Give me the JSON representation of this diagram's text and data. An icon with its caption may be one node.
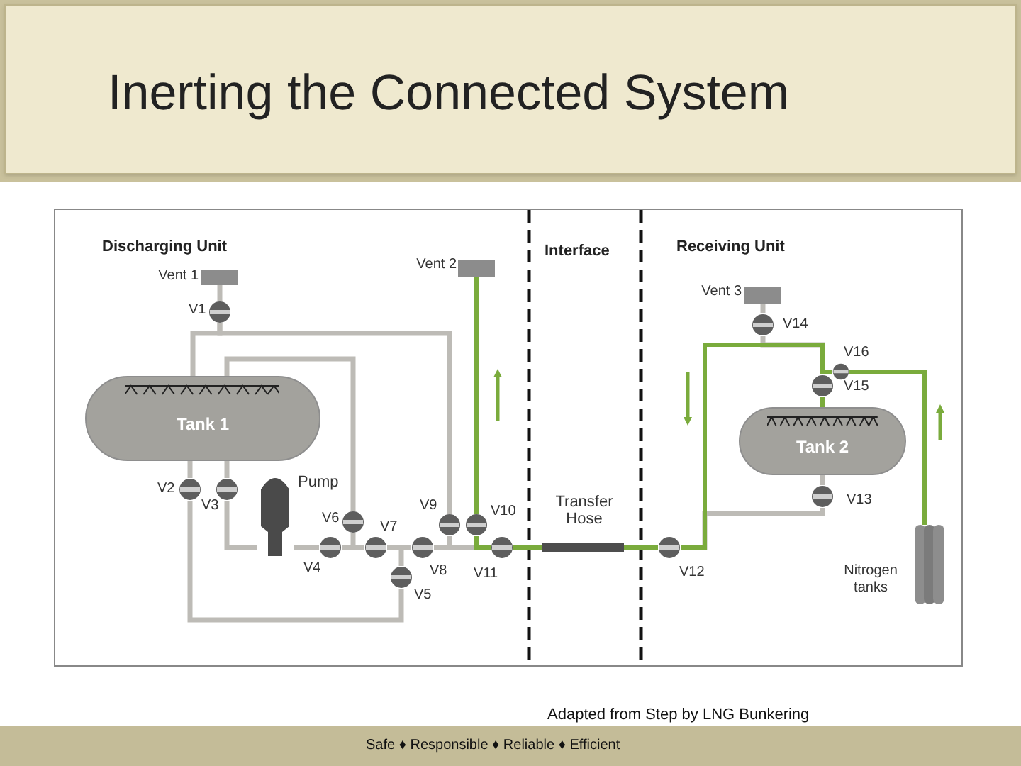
{
  "diagram": {
    "title": "Inerting the Connected System",
    "caption": "Adapted from Step by LNG Bunkering",
    "nodes": [
      {
        "text": [
          "Vent 1"
        ]
      },
      {
        "text": [
          "V1"
        ]
      },
      {
        "text": [
          "Tank 1"
        ]
      },
      {
        "text": [
          "V2"
        ]
      },
      {
        "text": [
          "V3"
        ]
      },
      {
        "text": [
          "Pump"
        ]
      },
      {
        "text": [
          "V4"
        ]
      },
      {
        "text": [
          "V5"
        ]
      },
      {
        "text": [
          "V6"
        ]
      },
      {
        "text": [
          "V7"
        ]
      },
      {
        "text": [
          "V8"
        ]
      },
      {
        "text": [
          "V9"
        ]
      },
      {
        "text": [
          "V10"
        ]
      },
      {
        "text": [
          "V11"
        ]
      },
      {
        "text": [
          "Vent 2"
        ]
      },
      {
        "text": [
          "Transfer Hose"
        ]
      },
      {
        "text": [
          "V12"
        ]
      },
      {
        "text": [
          "Vent 3"
        ]
      },
      {
        "text": [
          "V14"
        ]
      },
      {
        "text": [
          "V15"
        ]
      },
      {
        "text": [
          "V16"
        ]
      },
      {
        "text": [
          "Tank 2"
        ]
      },
      {
        "text": [
          "V13"
        ]
      },
      {
        "text": [
          "Nitrogen tanks"
        ]
      }
    ],
    "edges": [
      {
        "from": 0,
        "to": 1,
        "arrow": "none"
      },
      {
        "from": 2,
        "to": 1,
        "arrow": "none"
      },
      {
        "from": 1,
        "to": 11,
        "arrow": "none"
      },
      {
        "from": 2,
        "to": 8,
        "arrow": "none"
      },
      {
        "from": 2,
        "to": 3,
        "arrow": "none"
      },
      {
        "from": 2,
        "to": 4,
        "arrow": "none"
      },
      {
        "from": 4,
        "to": 5,
        "arrow": "none"
      },
      {
        "from": 5,
        "to": 6,
        "arrow": "none"
      },
      {
        "from": 6,
        "to": 9,
        "arrow": "none"
      },
      {
        "from": 8,
        "to": 9,
        "arrow": "none"
      },
      {
        "from": 9,
        "to": 10,
        "arrow": "none"
      },
      {
        "from": 7,
        "to": 10,
        "arrow": "none"
      },
      {
        "from": 3,
        "to": 7,
        "arrow": "none"
      },
      {
        "from": 10,
        "to": 13,
        "arrow": "none"
      },
      {
        "from": 11,
        "to": 13,
        "arrow": "none"
      },
      {
        "from": 12,
        "to": 13,
        "arrow": "none",
        "color": "#7aab3c"
      },
      {
        "from": 14,
        "to": 12,
        "arrow": "none",
        "color": "#7aab3c"
      },
      {
        "from": 13,
        "to": 15,
        "arrow": "none",
        "color": "#7aab3c"
      },
      {
        "from": 15,
        "to": 16,
        "arrow": "none",
        "color": "#7aab3c"
      },
      {
        "from": 16,
        "to": 19,
        "arrow": "none",
        "color": "#7aab3c"
      },
      {
        "from": 17,
        "to": 18,
        "arrow": "none"
      },
      {
        "from": 18,
        "to": 19,
        "arrow": "none"
      },
      {
        "from": 20,
        "to": 19,
        "arrow": "none",
        "color": "#7aab3c"
      },
      {
        "from": 19,
        "to": 21,
        "arrow": "none",
        "color": "#7aab3c"
      },
      {
        "from": 20,
        "to": 23,
        "arrow": "none",
        "color": "#7aab3c"
      },
      {
        "from": 21,
        "to": 22,
        "arrow": "none"
      },
      {
        "from": 22,
        "to": 16,
        "arrow": "none"
      }
    ],
    "labels": [
      "Discharging Unit",
      "Interface",
      "Receiving Unit",
      "Safe ♦ Responsible ♦ Reliable ♦ Efficient"
    ]
  }
}
